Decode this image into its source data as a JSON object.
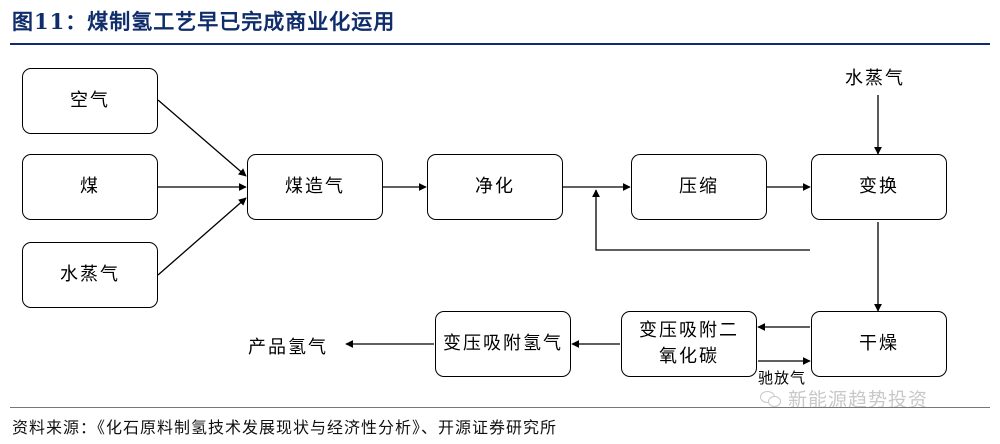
{
  "title": "图11：煤制氢工艺早已完成商业化运用",
  "nodes": {
    "air": "空气",
    "coal": "煤",
    "steam_in": "水蒸气",
    "gasification": "煤造气",
    "purification": "净化",
    "compression": "压缩",
    "shift": "变换",
    "steam_top": "水蒸气",
    "drying": "干燥",
    "psa_co2": "变压吸附二氧化碳",
    "psa_h2": "变压吸附氢气",
    "product": "产品氢气",
    "purge_gas": "驰放气"
  },
  "source": "资料来源：《化石原料制氢技术发展现状与经济性分析》、开源证券研究所",
  "watermark": {
    "text": "新能源趋势投资",
    "icon": "wechat-icon"
  }
}
